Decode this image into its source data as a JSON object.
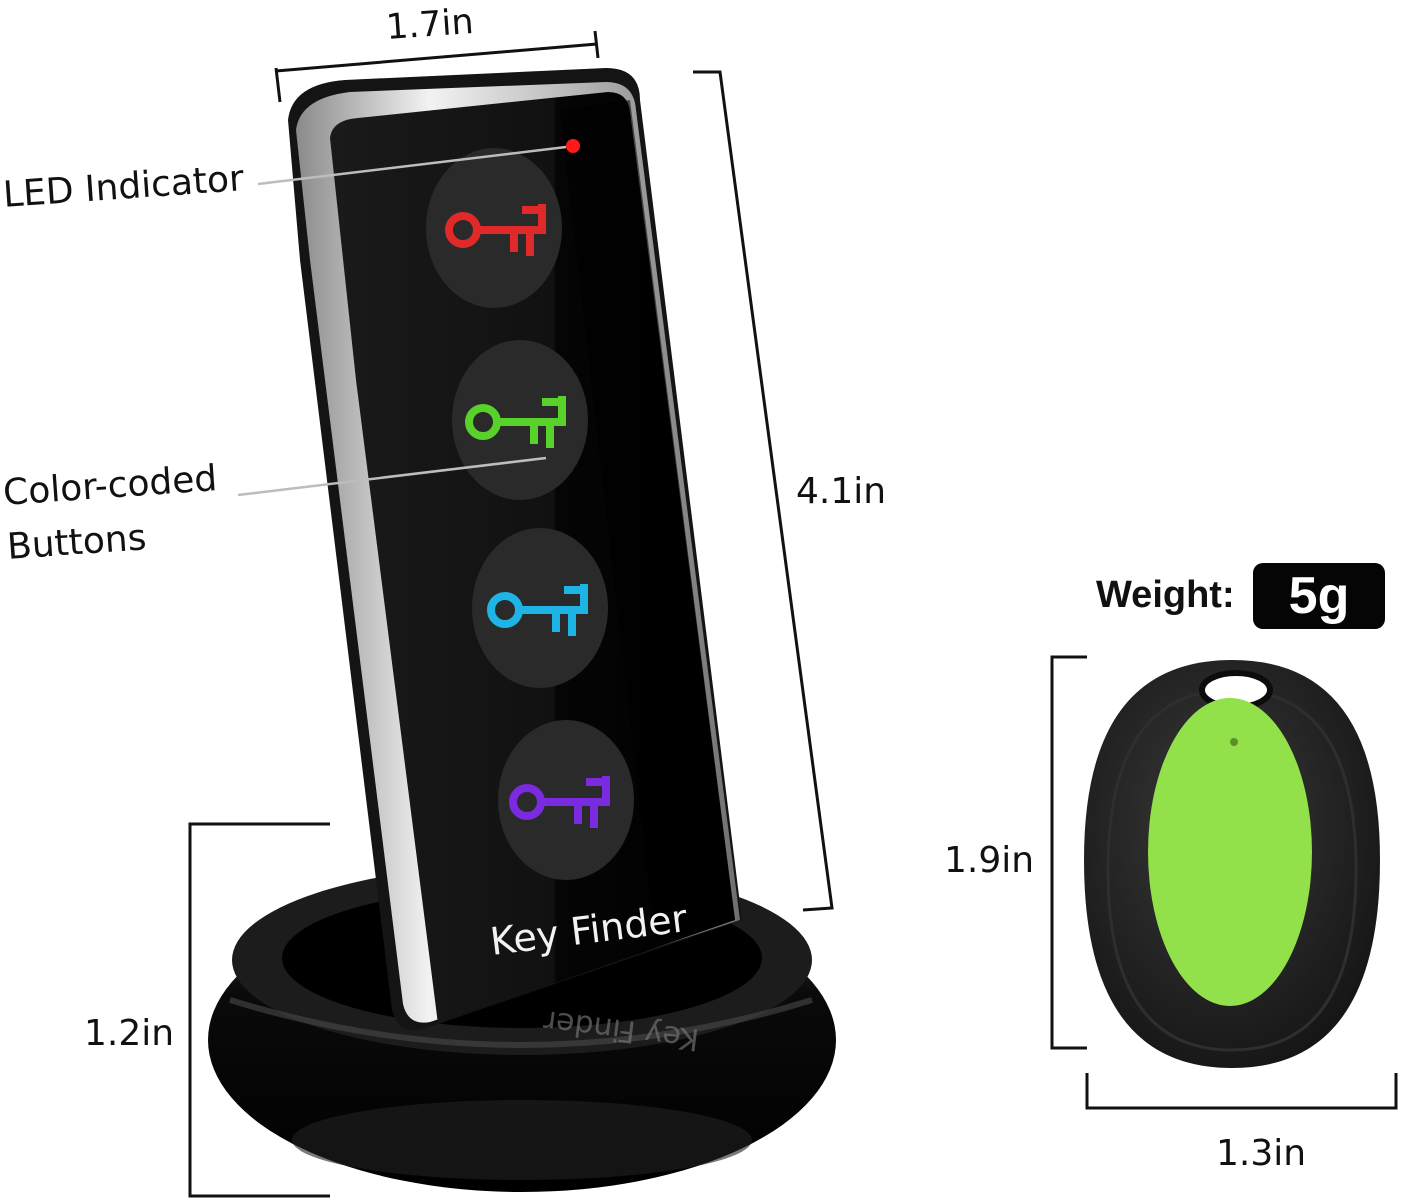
{
  "dimensions": {
    "width": "1.7in",
    "height": "4.1in",
    "base_height": "1.2in",
    "tag_height": "1.9in",
    "tag_width": "1.3in"
  },
  "callouts": {
    "led": "LED Indicator",
    "buttons_line1": "Color-coded",
    "buttons_line2": "Buttons"
  },
  "weight": {
    "label": "Weight:",
    "value": "5g"
  },
  "device": {
    "name": "Key Finder",
    "reflection": "Key Finder"
  },
  "button_colors": [
    "#e02a2a",
    "#58d12a",
    "#1fb4e6",
    "#7a2be0"
  ],
  "tag_color": "#92e04a",
  "led_color": "#ff1a1a"
}
